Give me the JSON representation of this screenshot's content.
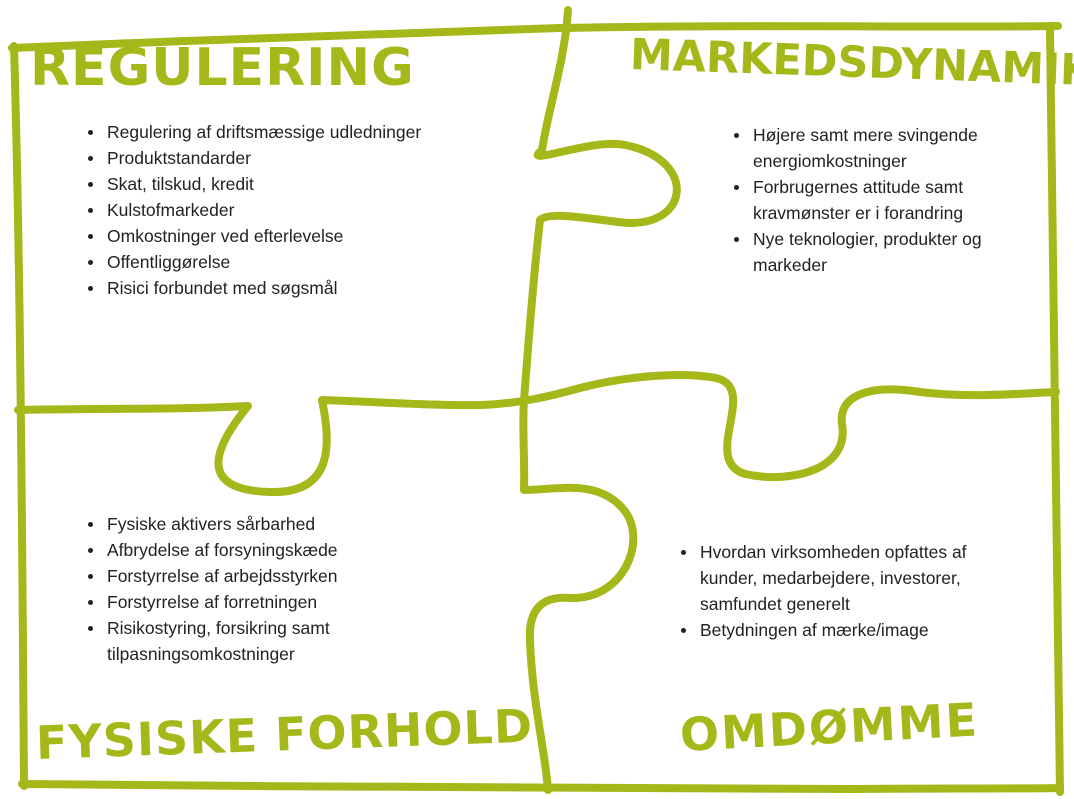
{
  "colors": {
    "accent": "#a4b81a",
    "text": "#222222",
    "background": "#ffffff"
  },
  "quadrants": {
    "regulering": {
      "title": "REGULERING",
      "items": [
        "Regulering af driftsmæssige udledninger",
        "Produktstandarder",
        "Skat, tilskud, kredit",
        "Kulstofmarkeder",
        "Omkostninger ved efterlevelse",
        "Offentliggørelse",
        "Risici forbundet med søgsmål"
      ]
    },
    "markedsdynamik": {
      "title": "MARKEDSDYNAMIK",
      "items": [
        "Højere samt mere svingende energiomkostninger",
        "Forbrugernes attitude samt kravmønster er i forandring",
        "Nye teknologier, produkter og markeder"
      ]
    },
    "fysiske_forhold": {
      "title": "FYSISKE FORHOLD",
      "items": [
        "Fysiske aktivers sårbarhed",
        "Afbrydelse af forsyningskæde",
        "Forstyrrelse af arbejdsstyrken",
        "Forstyrrelse af forretningen",
        "Risikostyring, forsikring samt tilpasningsomkostninger"
      ]
    },
    "omdomme": {
      "title": "OMDØMME",
      "items": [
        "Hvordan virksomheden opfattes af kunder, medarbejdere, investorer, samfundet generelt",
        "Betydningen af mærke/image"
      ]
    }
  }
}
